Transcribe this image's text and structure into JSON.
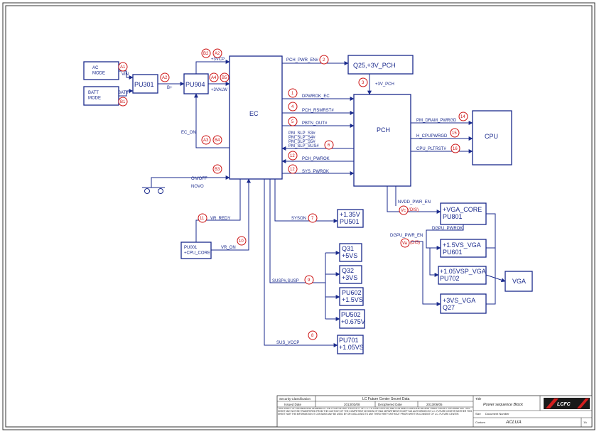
{
  "blocks": {
    "ac_mode": "AC\nMODE",
    "batt_mode": "BATT\nMODE",
    "pu301": "PU301",
    "pu904": "PU904",
    "ec": "EC",
    "pch": "PCH",
    "cpu": "CPU",
    "q25": "Q25,+3V_PCH",
    "pu001": "PU001\n+CPU_CORE",
    "pu501": "+1.35V\nPU501",
    "q31": "Q31\n+5VS",
    "q32": "Q32\n+3VS",
    "pu602": "PU602\n+1.5VS",
    "pu502": "PU502\n+0.675V",
    "pu701": "PU701\n+1.05VS",
    "vga_core": "+VGA_CORE\nPU801",
    "pu601": "+1.5VS_VGA\nPU601",
    "pu702": "+1.05VSP_VGA\nPU702",
    "q27": "+3VS_VGA\nQ27",
    "vga": "VGA"
  },
  "signals": {
    "vin": "VIN",
    "batt_plus": "BATT+",
    "b_plus": "B+",
    "p3vcp": "+3VCP",
    "p3valw": "+3VALW",
    "ec_on": "EC_ON",
    "on_off": "ON/OFF",
    "novo": "NOVO",
    "pch_pwr_en": "PCH_PWR_EN#",
    "p3v_pch": "+3V_PCH",
    "dpwrok_ec": "DPWROK_EC",
    "pch_rsmrst": "PCH_RSMRST#",
    "pbtn_out": "PBTN_OUT#",
    "pm_slp_s3": "PM_SLP_S3#",
    "pm_slp_s4": "PM_SLP_S4#",
    "pm_slp_s5": "PM_SLP_S5#",
    "pm_slp_sus": "PM_SLP_SUS#",
    "pch_pwrok": "PCH_PWROK",
    "sys_pwrok": "SYS_PWROK",
    "pm_dram_pwrgd": "PM_DRAM_PWRGD",
    "h_cpupwrgd": "H_CPUPWRGD",
    "cpu_pltrst": "CPU_PLTRST#",
    "vr_redy": "VR_REDY",
    "vr_on": "VR_ON",
    "syson": "SYSON",
    "susp": "SUSP#,SUSP",
    "sus_vccp": "SUS_VCCP",
    "nvdd_pwr_en": "NVDD_PWR_EN",
    "dgpu_pwrok": "DGPU_PWROK",
    "dgpu_pwr_en": "DGPU_PWR_EN",
    "dis": "(DIS)"
  },
  "markers": {
    "a1": "A1",
    "a2": "A2",
    "a3": "A3",
    "a4": "A4",
    "b1": "B1",
    "b2": "B2",
    "b3": "B3",
    "b4": "B4",
    "b5": "B5",
    "n1": "1",
    "n2": "2",
    "n3": "3",
    "n4": "4",
    "n5": "5",
    "n6": "6",
    "n7": "7",
    "n8": "8",
    "n9": "9",
    "n10": "10",
    "n11": "11",
    "n12": "12",
    "n13": "13",
    "n14": "14",
    "n15": "15",
    "n16": "16",
    "vc": "Vc",
    "va": "Va"
  },
  "title_block": {
    "security_classification": "Security Classification",
    "company": "LC Future Center Secret Data",
    "issued_date_label": "Issued Date",
    "issued_date": "2013/03/08",
    "deciphered_date_label": "Deciphered Date",
    "deciphered_date": "2013/06/05",
    "notice": "THIS SHEET OF ENGINEERING DRAWING IS THE PROPRIETARY PROPERTY OF L.C. FUTURE CENTER, AND CONTAINS CONFIDENTIAL AND TRADE SECRET INFORMATION. THIS SHEET MAY NOT BE TRANSFERED FROM THE CUSTODY OF THE COMPETENT DIVISION OF R&D DEPARTMENT EXCEPT AS AUTHORIZED BY L.C. FUTURE CENTER NEITHER THIS SHEET NOR THE INFORMATION IT CONTAINS MAY BE USED BY OR DISCLOSED TO ANY THIRD PARTY WITHOUT PRIOR WRITTEN CONSENT OF L.C. FUTURE CENTER.",
    "title_label": "Title",
    "title": "Power sequence Block",
    "size_label": "Size",
    "document_number_label": "Document Number",
    "document_number": "ACLUA",
    "custom_label": "Custom",
    "rev": "1A",
    "logo": "LCFC"
  }
}
